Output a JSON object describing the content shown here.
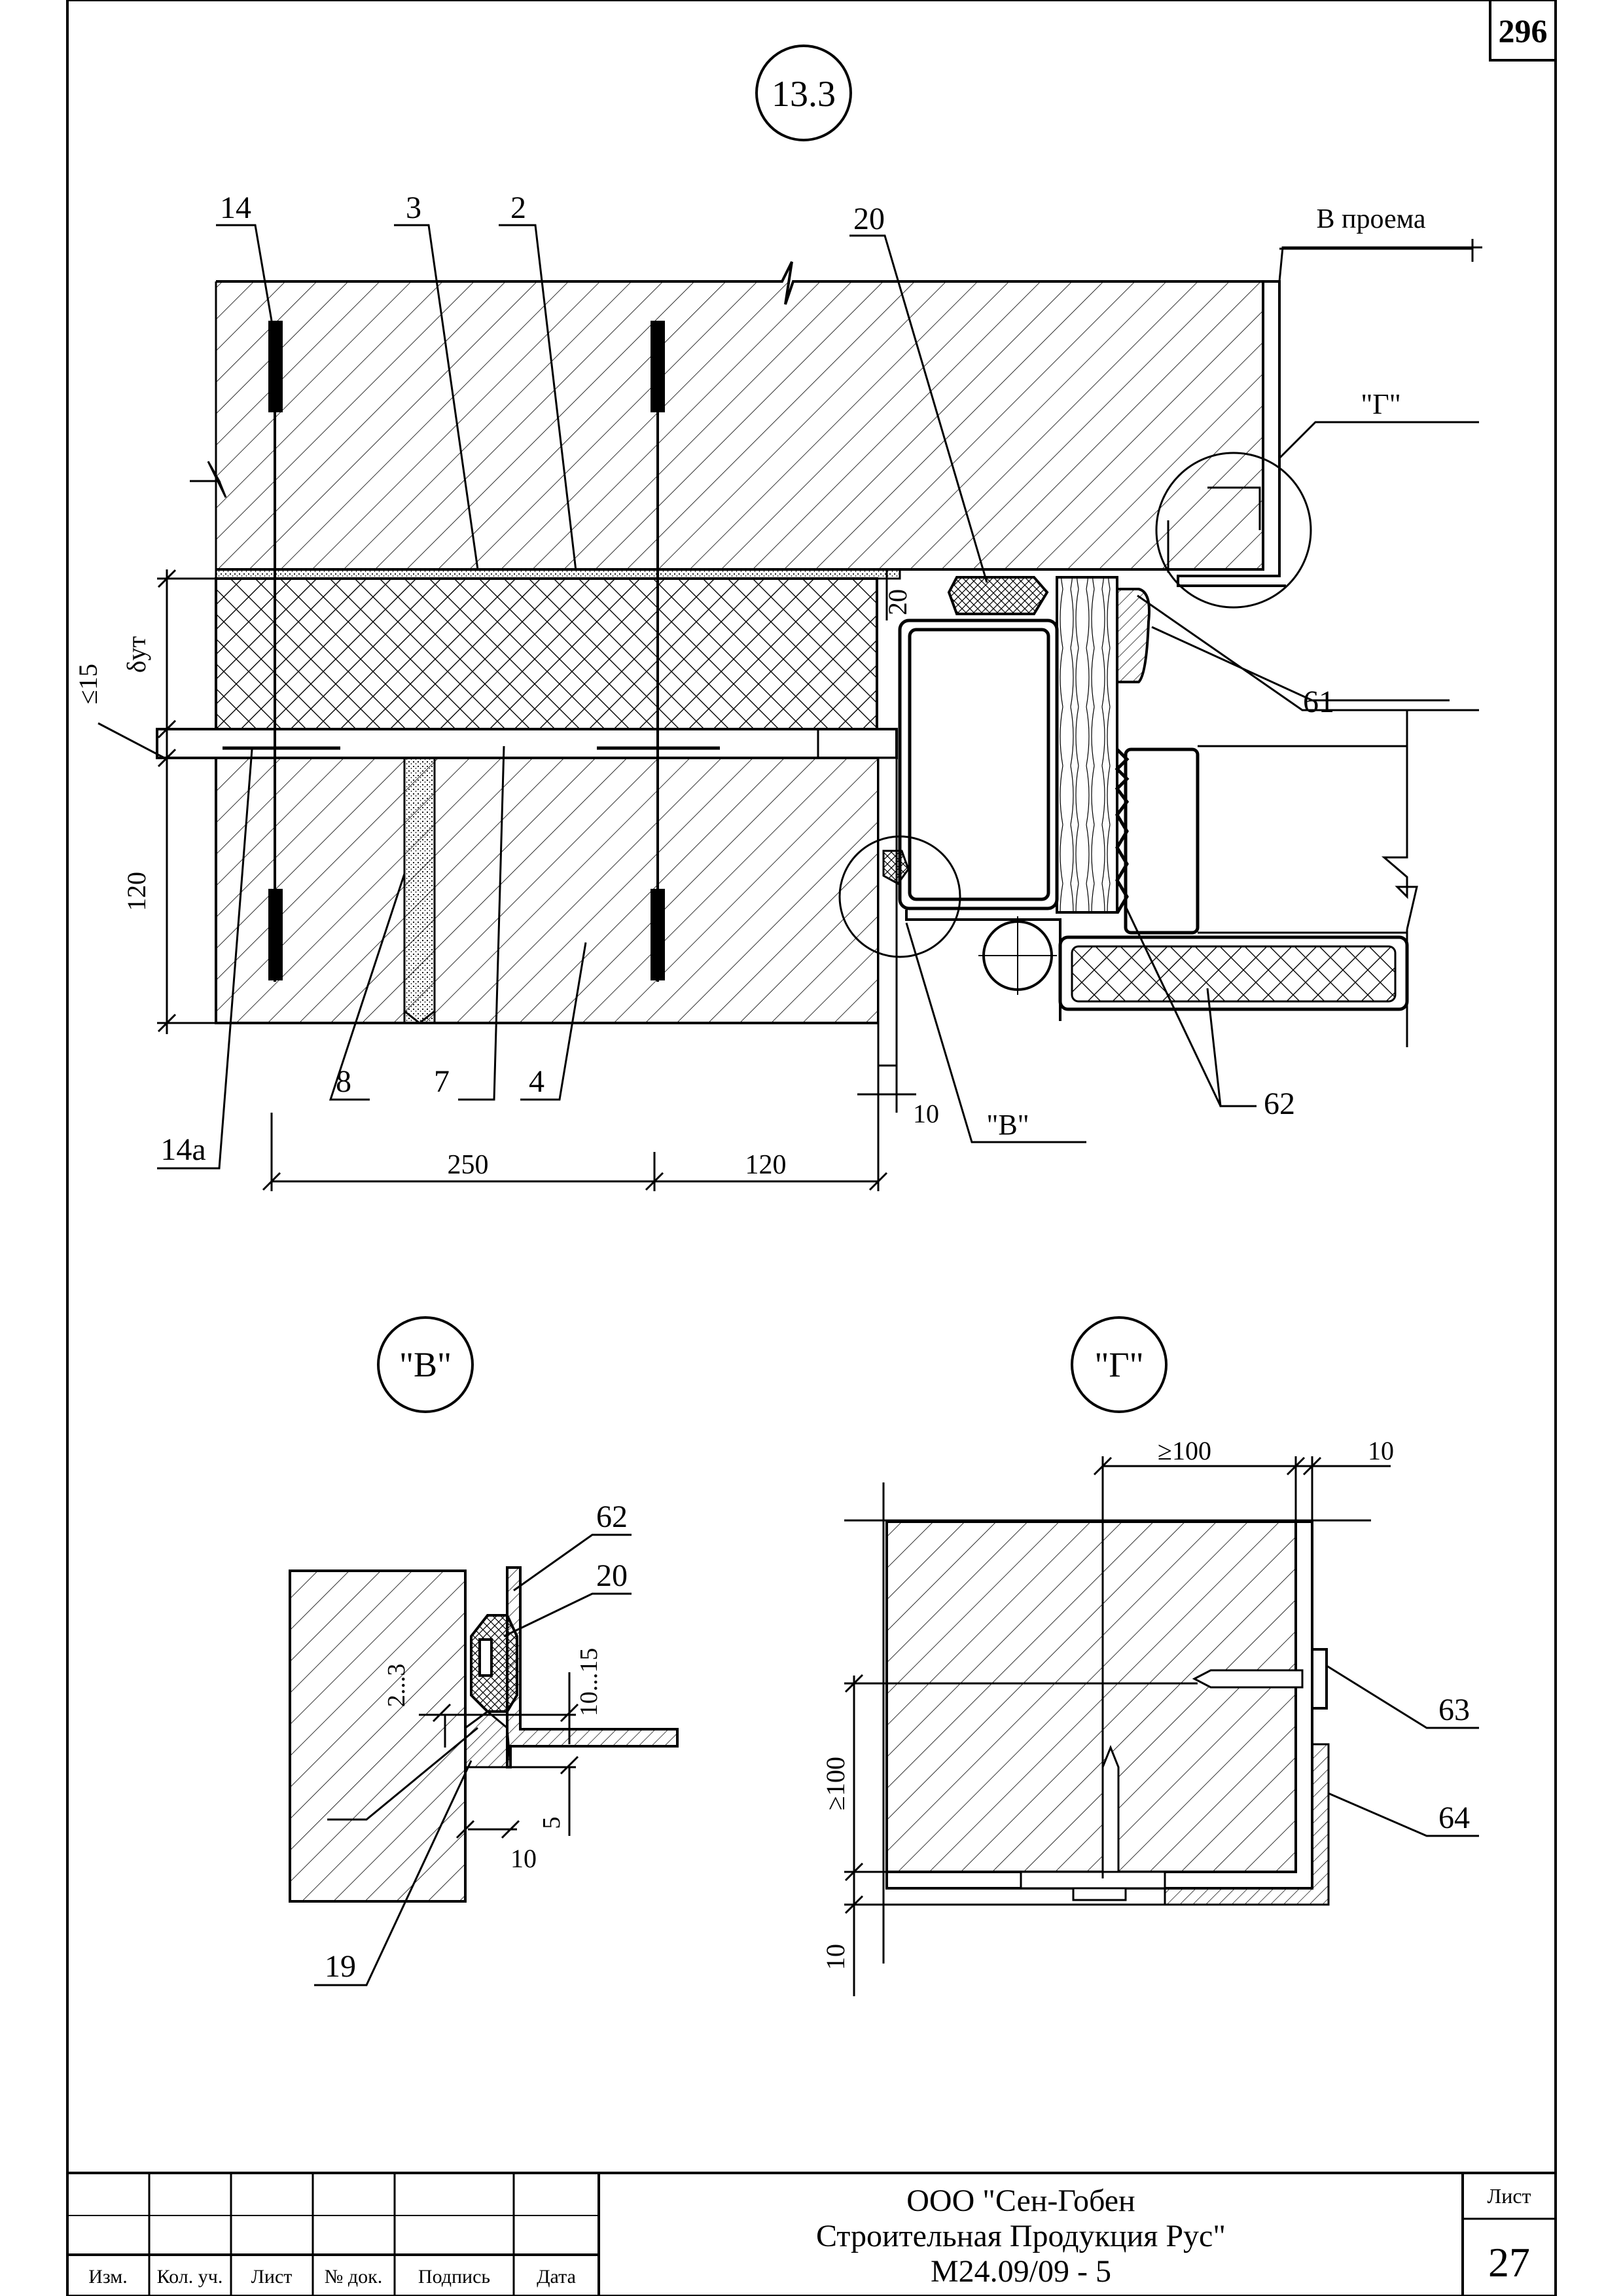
{
  "sheet_corner_number": "296",
  "main_view": {
    "title": "13.3",
    "callouts": {
      "c14": "14",
      "c3": "3",
      "c2": "2",
      "c20": "20",
      "c61": "61",
      "c8": "8",
      "c7": "7",
      "c4": "4",
      "c14a": "14а",
      "c62": "62"
    },
    "opening_label": "В проема",
    "detail_ref_g": "\"Г\"",
    "detail_ref_v": "\"В\"",
    "dims": {
      "gap_20": "20",
      "le15": "≤15",
      "delta_ut": "δут",
      "h120": "120",
      "gap_10": "10",
      "w250": "250",
      "w120": "120"
    }
  },
  "detail_v": {
    "title": "\"В\"",
    "callouts": {
      "c62": "62",
      "c20": "20",
      "c19": "19"
    },
    "dims": {
      "d2_3": "2...3",
      "d10_15": "10...15",
      "d5": "5",
      "d10": "10"
    }
  },
  "detail_g": {
    "title": "\"Г\"",
    "callouts": {
      "c63": "63",
      "c64": "64"
    },
    "dims": {
      "ge100_top": "≥100",
      "d10_top": "10",
      "ge100_side": "≥100",
      "d10_side": "10"
    }
  },
  "title_block": {
    "col_headers": [
      "Изм.",
      "Кол. уч.",
      "Лист",
      "№ док.",
      "Подпись",
      "Дата"
    ],
    "company_line1": "ООО \"Сен-Гобен",
    "company_line2": "Строительная Продукция Рус\"",
    "doc_code": "М24.09/09 - 5",
    "sheet_label": "Лист",
    "sheet_number": "27"
  }
}
